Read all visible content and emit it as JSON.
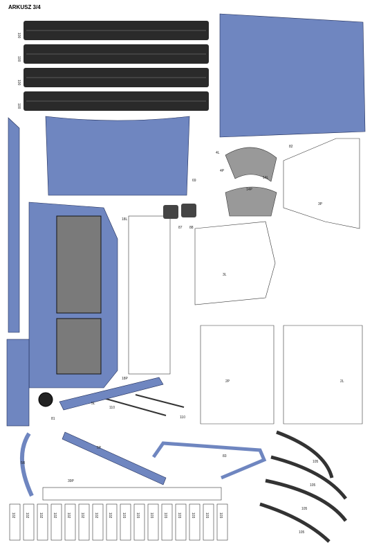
{
  "sheet": {
    "title": "ARKUSZ 3/4"
  },
  "colors": {
    "body_blue": "#6f86c0",
    "outline": "#1d2a55",
    "tire": "#2a2a2a",
    "glass": "#7a7a7a"
  },
  "tread_labels": [
    "100",
    "100",
    "100",
    "100"
  ],
  "labels": {
    "l_82": "82",
    "l_69": "69",
    "l_3l": "3L",
    "l_3p": "3P",
    "l_2p": "2P",
    "l_2l": "2L",
    "l_4l": "4L",
    "l_4p": "4P",
    "l_14l": "14L",
    "l_14p": "14P",
    "l_87": "87",
    "l_88": "88",
    "l_18l": "18L",
    "l_18p": "18P",
    "l_110a": "110",
    "l_110b": "110",
    "l_5p": "5P",
    "l_5l": "5L",
    "l_5r": "5R",
    "l_39p": "39P",
    "l_105a": "105",
    "l_105b": "105",
    "l_105c": "105",
    "l_105d": "105",
    "l_83": "83",
    "l_81": "81"
  },
  "tab_labels": [
    "102",
    "102",
    "102",
    "102",
    "102",
    "102",
    "102",
    "102",
    "103",
    "103",
    "103",
    "103",
    "103",
    "103",
    "103",
    "103"
  ]
}
